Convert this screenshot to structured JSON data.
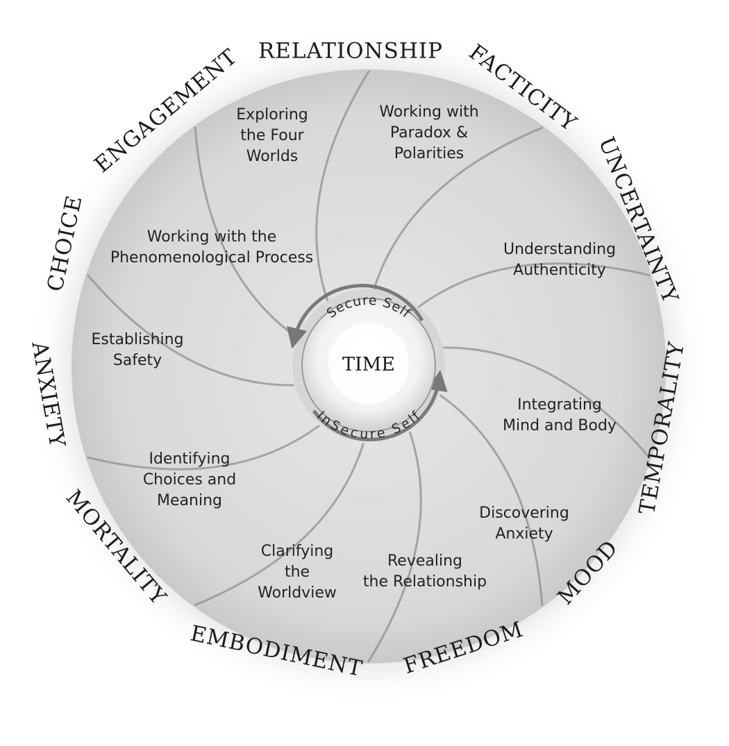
{
  "center": {
    "label": "TIME",
    "top_ring": "Secure Self",
    "bottom_ring": "InSecure Self"
  },
  "outer_ring": [
    {
      "label": "RELATIONSHIP"
    },
    {
      "label": "FACTICITY"
    },
    {
      "label": "UNCERTAINTY"
    },
    {
      "label": "TEMPORALITY"
    },
    {
      "label": "MOOD"
    },
    {
      "label": "FREEDOM"
    },
    {
      "label": "EMBODIMENT"
    },
    {
      "label": "MORTALITY"
    },
    {
      "label": "ANXIETY"
    },
    {
      "label": "CHOICE"
    },
    {
      "label": "ENGAGEMENT"
    }
  ],
  "segments": [
    {
      "lines": [
        "Exploring",
        "the Four",
        "Worlds"
      ]
    },
    {
      "lines": [
        "Working with",
        "Paradox &",
        "Polarities"
      ]
    },
    {
      "lines": [
        "Understanding",
        "Authenticity"
      ]
    },
    {
      "lines": [
        "Integrating",
        "Mind and Body"
      ]
    },
    {
      "lines": [
        "Discovering",
        "Anxiety"
      ]
    },
    {
      "lines": [
        "Revealing",
        "the Relationship"
      ]
    },
    {
      "lines": [
        "Clarifying",
        "the",
        "Worldview"
      ]
    },
    {
      "lines": [
        "Identifying",
        "Choices and",
        "Meaning"
      ]
    },
    {
      "lines": [
        "Establishing",
        "Safety"
      ]
    },
    {
      "lines": [
        "Working with the",
        "Phenomenological Process"
      ]
    }
  ],
  "colors": {
    "wheel_fill": "#d9d9d9",
    "wheel_shadow": "#b5b5b5",
    "divider": "#8f8f8f",
    "center_fill": "#f4f4f4",
    "ring_stroke": "#7a7a7a",
    "text": "#1c1c1c"
  }
}
